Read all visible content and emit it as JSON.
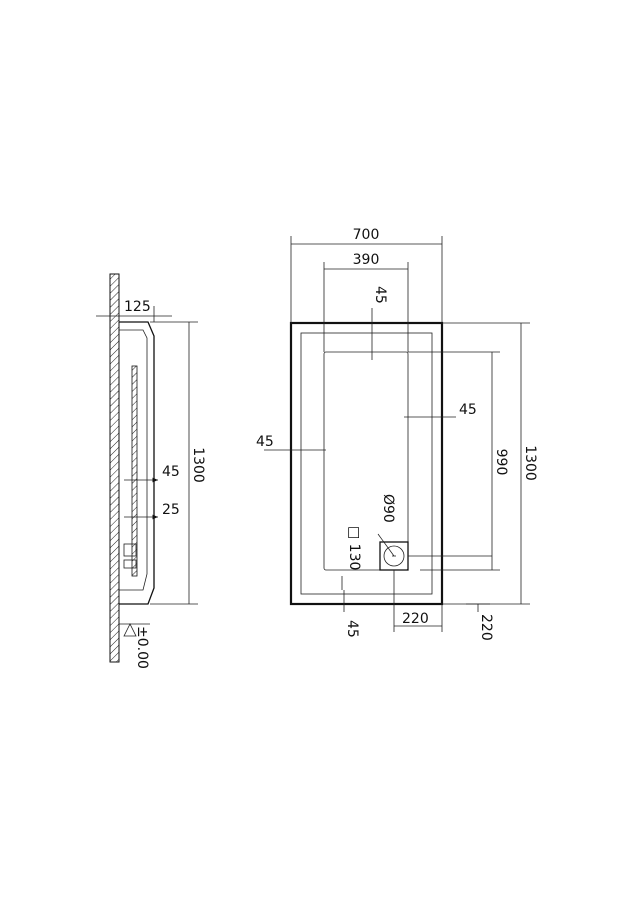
{
  "side_view": {
    "dim_top": "125",
    "dim_height": "1300",
    "dim_45": "45",
    "dim_25": "25",
    "level": "±0.00"
  },
  "plan_view": {
    "dim_width": "700",
    "dim_inner_width": "390",
    "dim_top_margin": "45",
    "dim_right_margin": "45",
    "dim_left_margin": "45",
    "dim_inner_height": "990",
    "dim_height": "1300",
    "dim_drain_diameter": "Ø90",
    "dim_drain_square": "□ 130",
    "dim_bottom_margin": "45",
    "dim_drain_offset_x": "220",
    "dim_drain_offset_y": "220"
  }
}
